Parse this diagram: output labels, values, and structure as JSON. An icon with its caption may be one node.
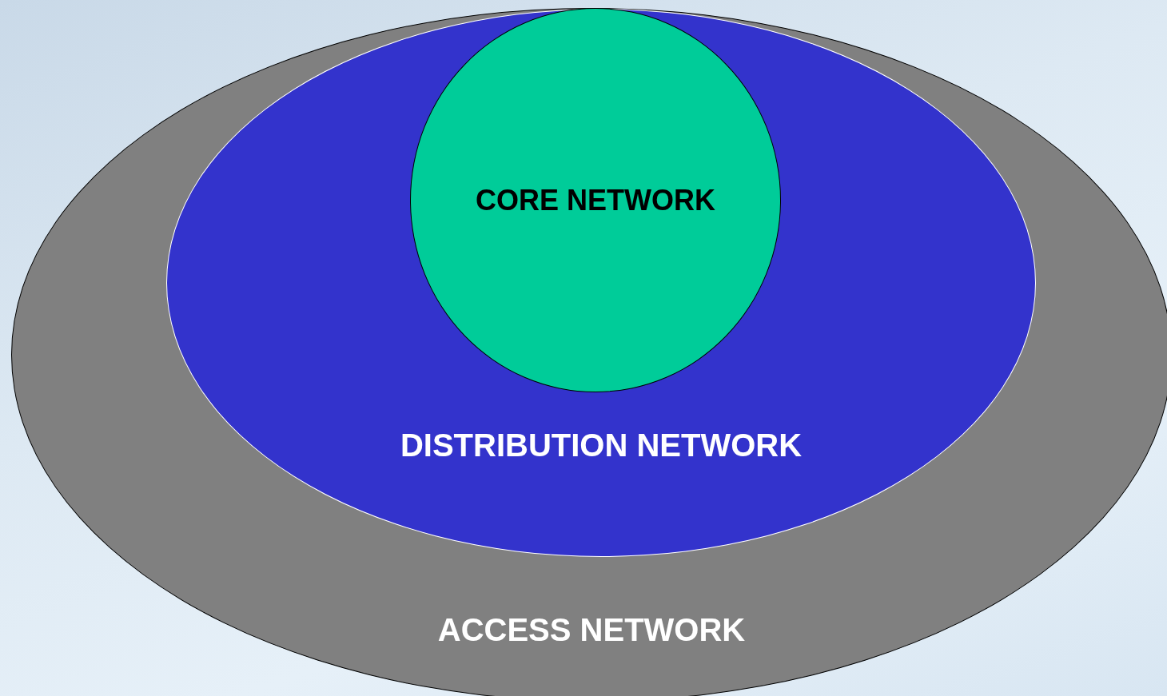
{
  "diagram": {
    "nodes": [
      {
        "text": [
          "ACCESS NETWORK"
        ]
      },
      {
        "text": [
          "DISTRIBUTION NETWORK"
        ],
        "in": 0
      },
      {
        "text": [
          "CORE NETWORK"
        ],
        "in": 1
      }
    ]
  }
}
